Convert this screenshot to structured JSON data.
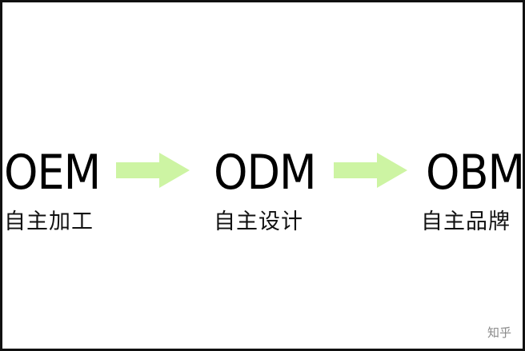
{
  "stages": [
    {
      "code": "OEM",
      "label": "自主加工"
    },
    {
      "code": "ODM",
      "label": "自主设计"
    },
    {
      "code": "OBM",
      "label": "自主品牌"
    }
  ],
  "arrow_color": "#cdf4a3",
  "watermark": "知乎"
}
